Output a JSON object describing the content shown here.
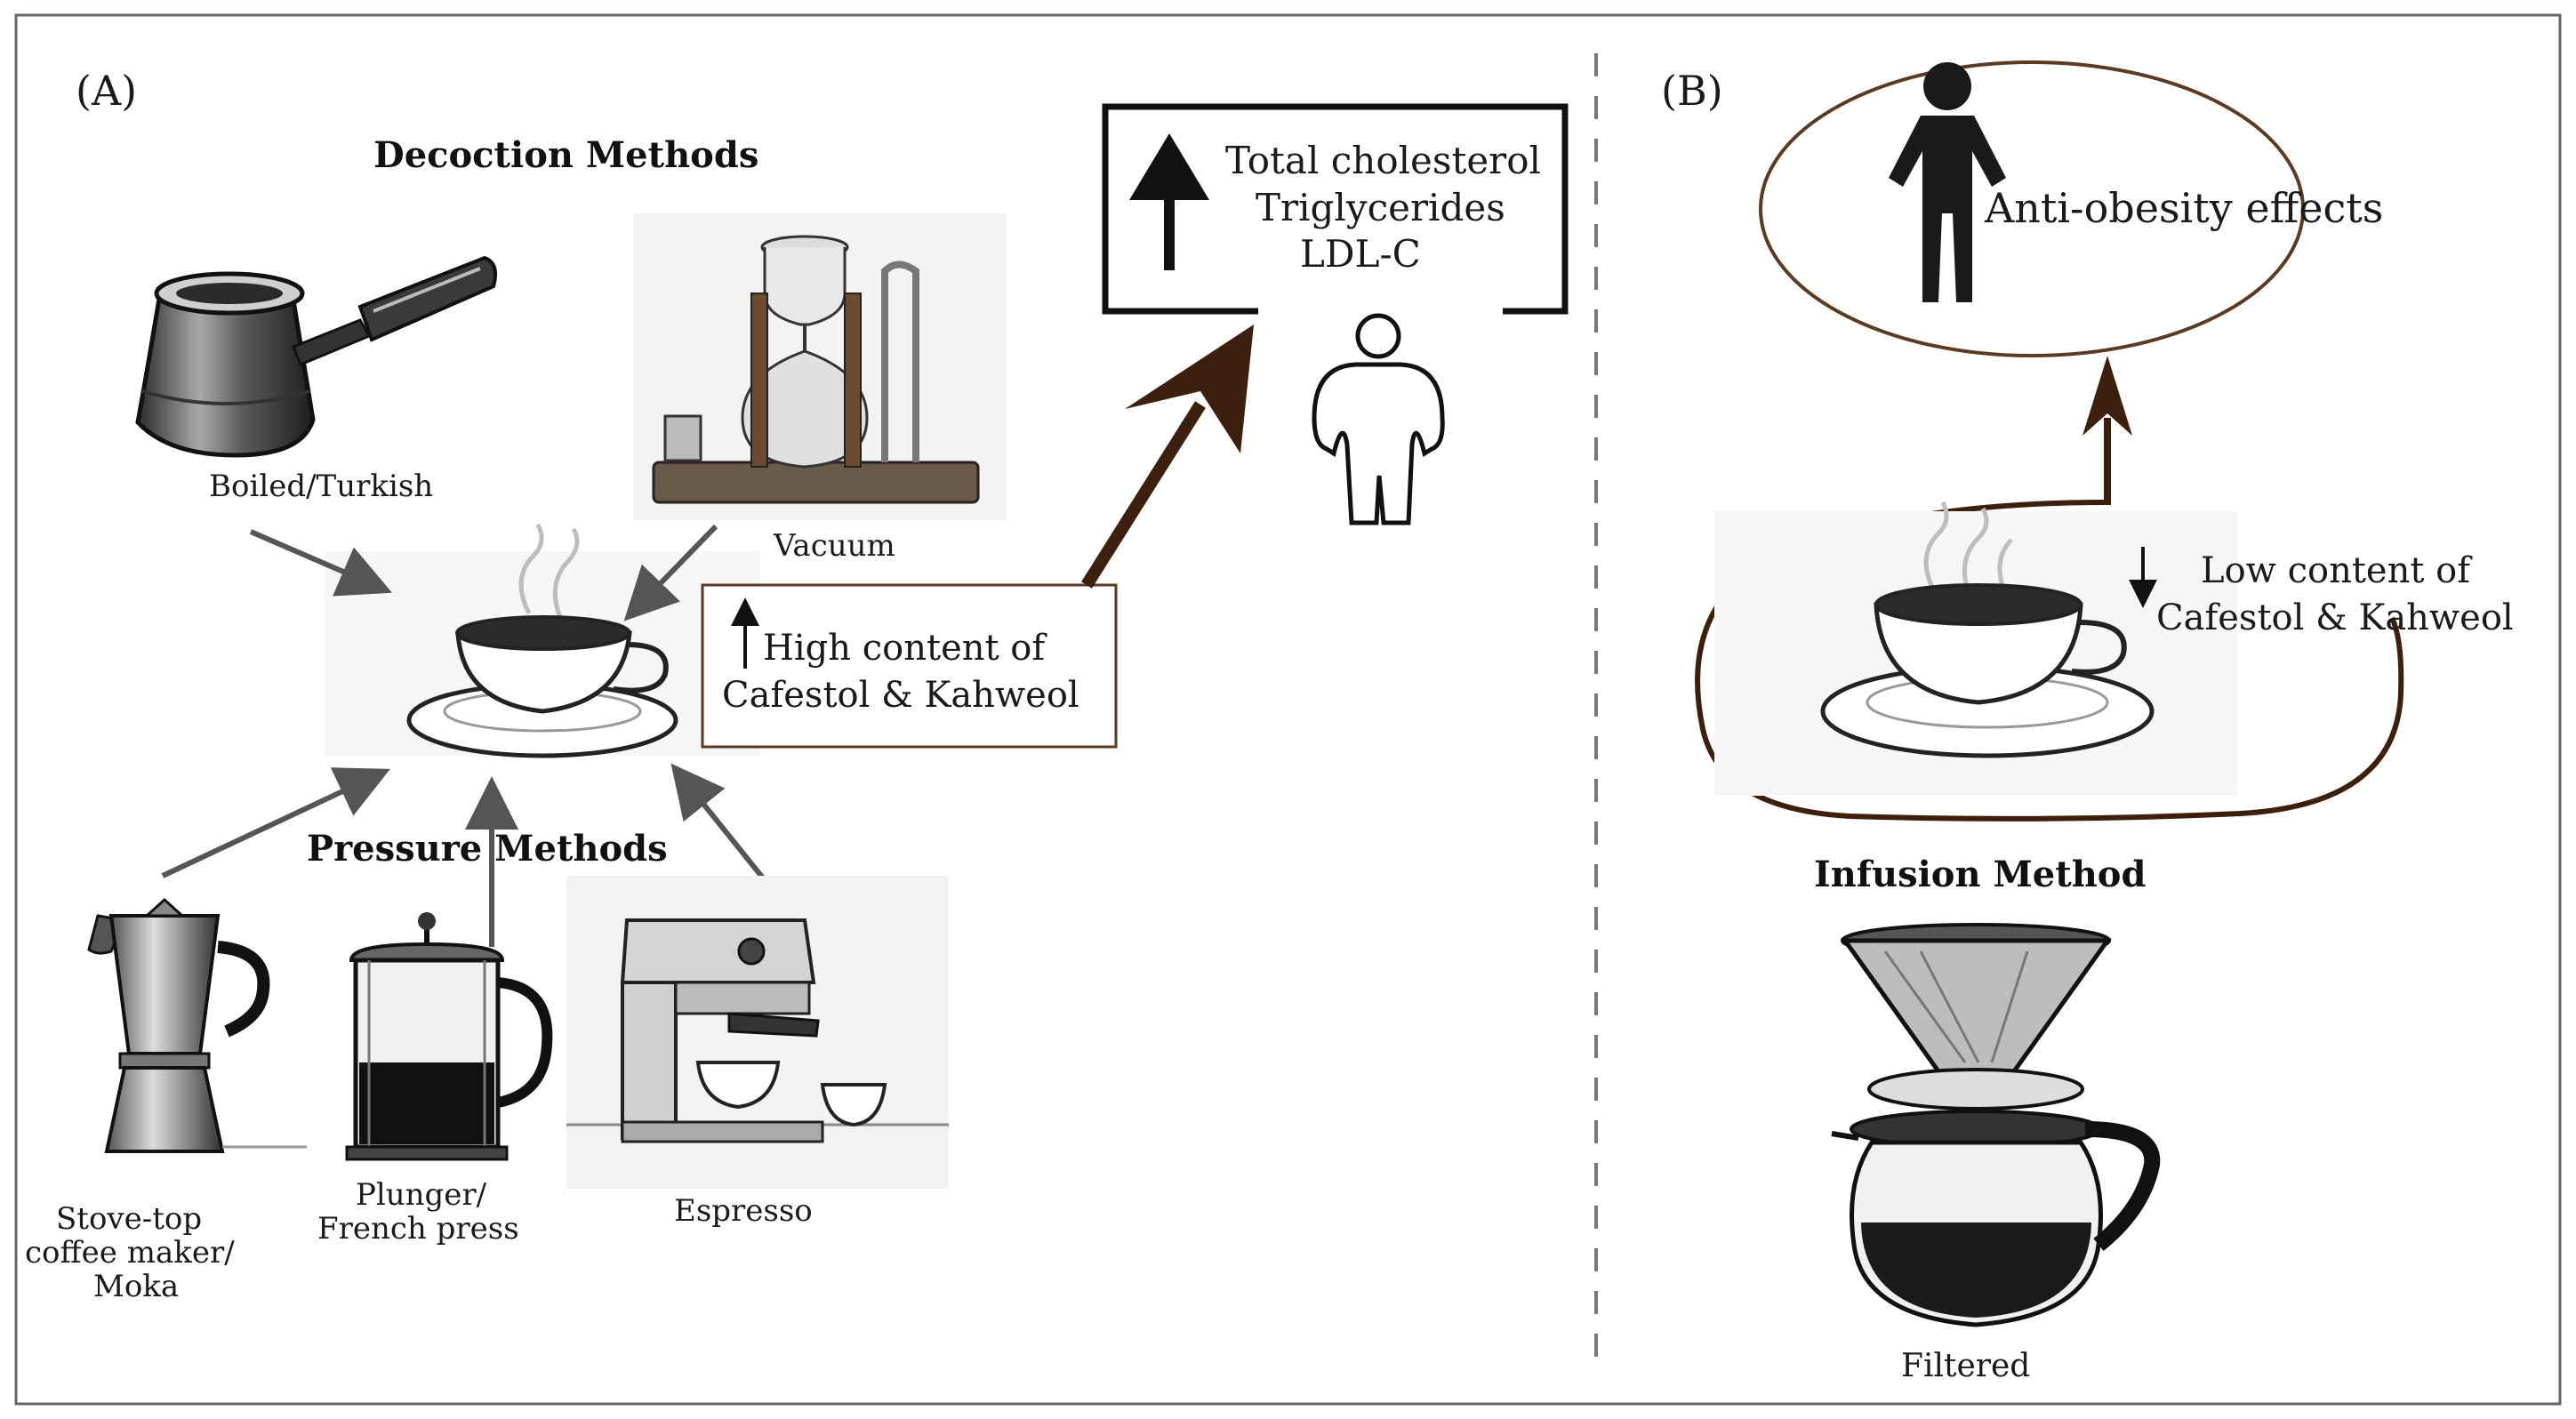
{
  "panel_a": {
    "label": "(A)",
    "decoction_title": "Decoction Methods",
    "pressure_title": "Pressure Methods",
    "methods": {
      "boiled": "Boiled/Turkish",
      "vacuum": "Vacuum",
      "moka_lines": [
        "Stove-top",
        "coffee maker/",
        "Moka"
      ],
      "plunger_lines": [
        "Plunger/",
        "French press"
      ],
      "espresso": "Espresso"
    },
    "high_content_lines": [
      "High content of",
      "Cafestol & Kahweol"
    ],
    "effects_lines": [
      "Total cholesterol",
      "Triglycerides",
      "LDL-C"
    ]
  },
  "panel_b": {
    "label": "(B)",
    "anti_obesity": "Anti-obesity effects",
    "low_content_lines": [
      "Low content of",
      "Cafestol & Kahweol"
    ],
    "infusion_title": "Infusion Method",
    "filtered": "Filtered"
  },
  "colors": {
    "brown": "#3d1f0d",
    "arrow_gray": "#555555",
    "ink": "#1a1a1a",
    "frame": "#666666"
  }
}
